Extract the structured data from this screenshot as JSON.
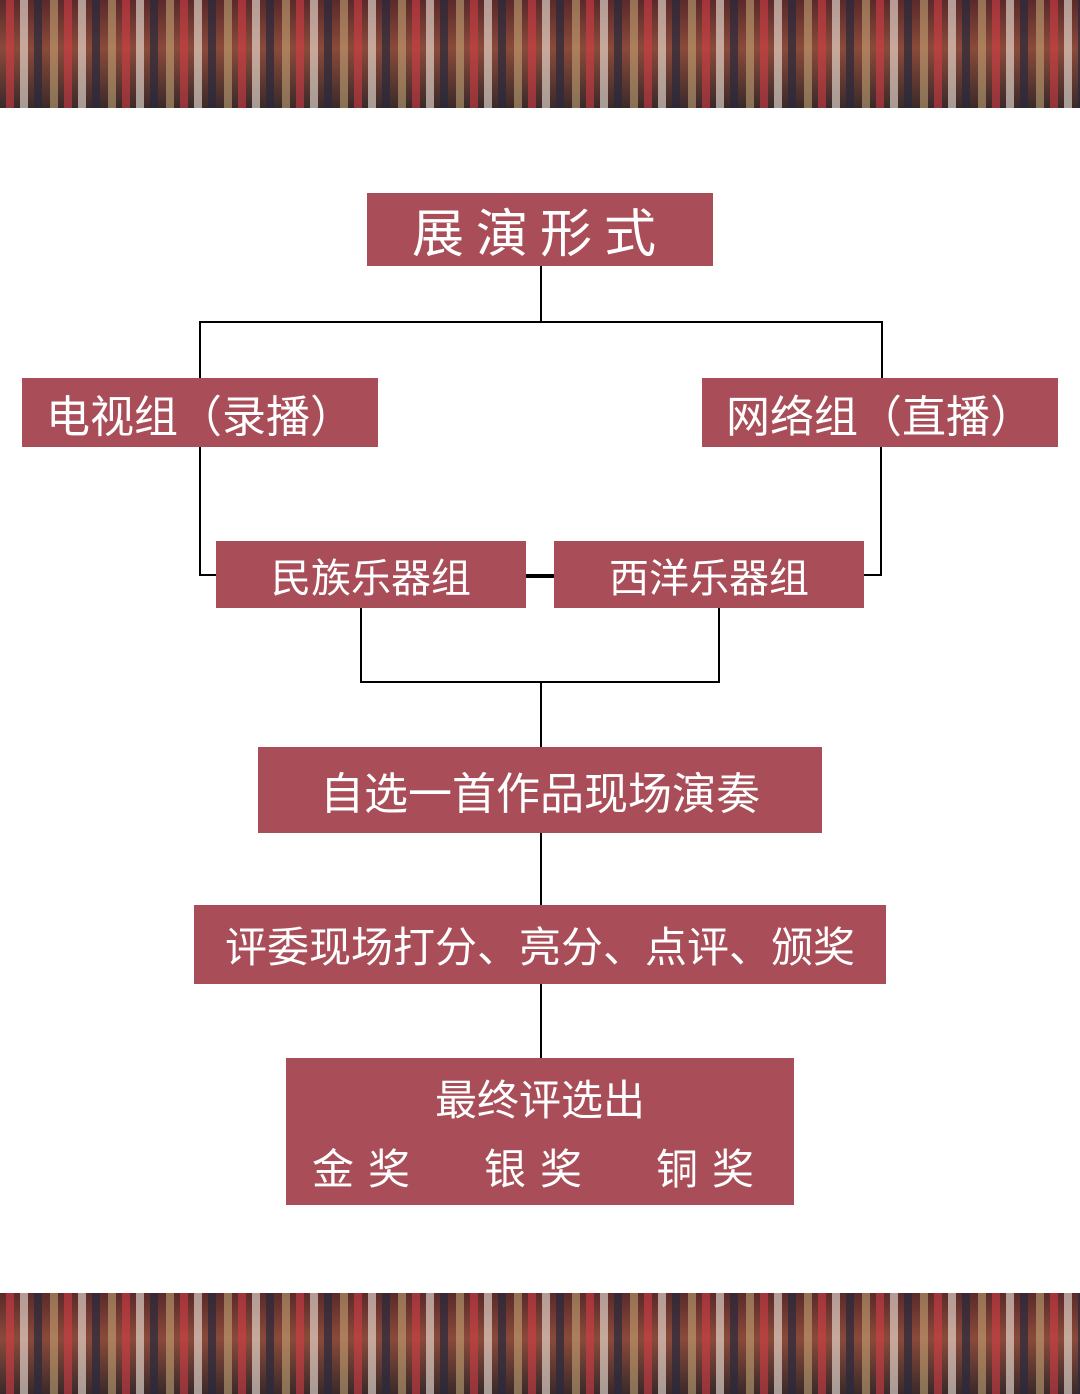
{
  "title": "展演形式",
  "groups": {
    "tv": "电视组（录播）",
    "network": "网络组（直播）"
  },
  "categories": {
    "folk": "民族乐器组",
    "western": "西洋乐器组"
  },
  "steps": {
    "perform": "自选一首作品现场演奏",
    "judge": "评委现场打分、亮分、点评、颁奖",
    "final_title": "最终评选出",
    "awards": [
      "金奖",
      "银奖",
      "铜奖"
    ]
  },
  "colors": {
    "box": "#a94e58",
    "line": "#000000"
  }
}
